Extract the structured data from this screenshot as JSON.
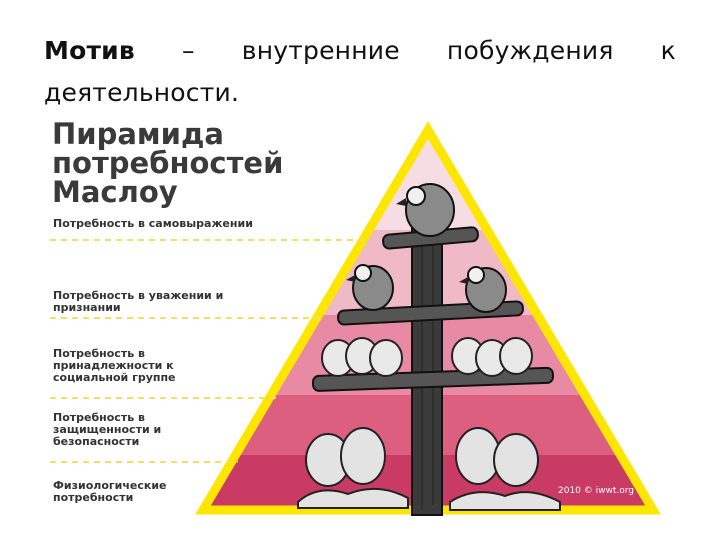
{
  "caption": {
    "term": "Мотив",
    "definition": " – внутренние побуждения к деятельности."
  },
  "figure": {
    "title_lines": [
      "Пирамида",
      "потребностей",
      "Маслоу"
    ],
    "levels": [
      {
        "label": "Потребность в самовыражении",
        "color": "#f6dde3"
      },
      {
        "label": "Потребность в уважении и признании",
        "color": "#f0b9c6"
      },
      {
        "label": "Потребность в принадлежности к социальной группе",
        "color": "#e88aa3"
      },
      {
        "label": "Потребность в защищенности и безопасности",
        "color": "#dd5f80"
      },
      {
        "label": "Физиологические потребности",
        "color": "#c93a64"
      }
    ],
    "credit": "2010 © iwwt.org",
    "border_color": "#ffe600"
  }
}
